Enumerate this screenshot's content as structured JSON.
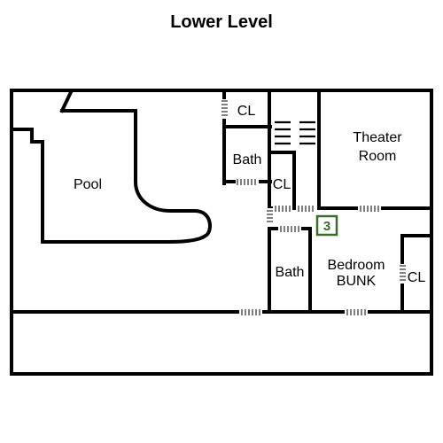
{
  "title": "Lower Level",
  "rooms": {
    "pool": "Pool",
    "cl_top": "CL",
    "bath_upper": "Bath",
    "cl_mid": "CL",
    "theater_line1": "Theater",
    "theater_line2": "Room",
    "bath_lower": "Bath",
    "bedroom_line1": "Bedroom",
    "bedroom_line2": "BUNK",
    "cl_right": "CL"
  },
  "bedroom_badge": {
    "number": "3",
    "color": "#3a6b2a"
  }
}
